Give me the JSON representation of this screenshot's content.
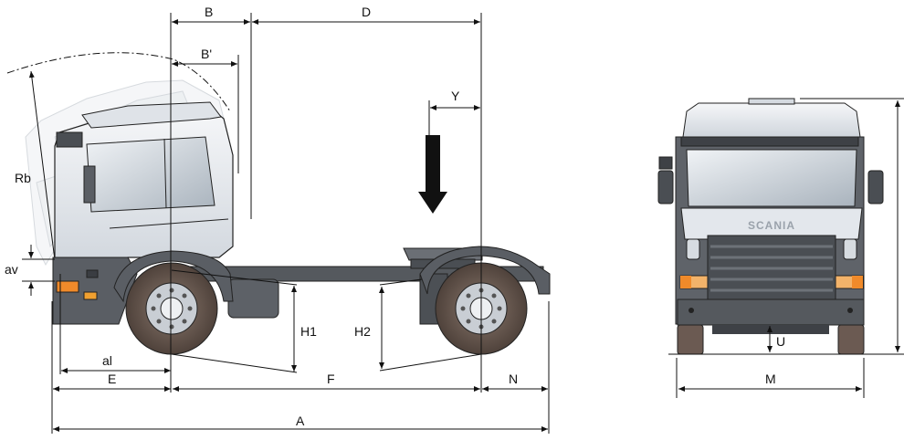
{
  "labels": {
    "A": "A",
    "B": "B",
    "B_prime": "B'",
    "D": "D",
    "Y": "Y",
    "Rb": "Rb",
    "av": "av",
    "al": "al",
    "E": "E",
    "F": "F",
    "N": "N",
    "H1": "H1",
    "H2": "H2",
    "U": "U",
    "M": "M"
  },
  "grille_text": "SCANIA",
  "colors": {
    "cab": "#e8ebef",
    "chassis": "#55595e",
    "tyre": "#6b5a52",
    "rim": "#c9ced4",
    "outline": "#222222",
    "ghost": "#c8cdd3"
  }
}
